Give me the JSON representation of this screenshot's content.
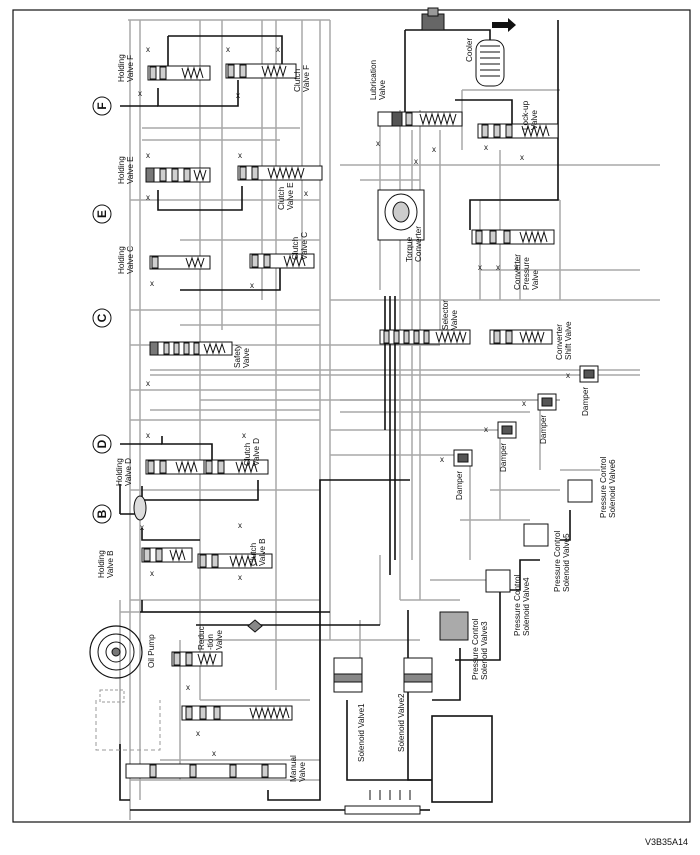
{
  "diagram": {
    "reference_code": "V3B35A14",
    "circuits": [
      "F",
      "E",
      "C",
      "D",
      "B"
    ],
    "labels": {
      "holding_valve_f": [
        "Holding",
        "Valve F"
      ],
      "clutch_valve_f": [
        "Clutch",
        "Valve F"
      ],
      "holding_valve_e": [
        "Holding",
        "Valve E"
      ],
      "clutch_valve_e": [
        "Clutch",
        "Valve E"
      ],
      "holding_valve_c": [
        "Holding",
        "Valve C"
      ],
      "clutch_valve_c": [
        "Clutch",
        "Valve C"
      ],
      "safety_valve": [
        "Safety",
        "Valve"
      ],
      "holding_valve_d": [
        "Holding",
        "Valve D"
      ],
      "clutch_valve_d": [
        "Clutch",
        "Valve D"
      ],
      "holding_valve_b": [
        "Holding",
        "Valve B"
      ],
      "clutch_valve_b": [
        "Clutch",
        "Valve B"
      ],
      "oil_pump": [
        "Oil Pump"
      ],
      "reduction_valve": [
        "Reduc",
        "-tion",
        "Valve"
      ],
      "manual_valve": [
        "Manual",
        "Valve"
      ],
      "lubrication_valve": [
        "Lubrication",
        "Valve"
      ],
      "cooler": [
        "Cooler"
      ],
      "lockup_valve": [
        "Lock-up",
        "Valve"
      ],
      "torque_converter": [
        "Torque",
        "Converter"
      ],
      "converter_pressure_valve": [
        "Converter",
        "Pressure",
        "Valve"
      ],
      "selector_valve": [
        "Selector",
        "Valve"
      ],
      "converter_shift_valve": [
        "Converter",
        "Shift Valve"
      ],
      "damper_1": [
        "Damper"
      ],
      "damper_2": [
        "Damper"
      ],
      "damper_3": [
        "Damper"
      ],
      "damper_4": [
        "Damper"
      ],
      "solenoid_valve_1": [
        "Solenoid Valve1"
      ],
      "solenoid_valve_2": [
        "Solenoid Valve2"
      ],
      "pcsv_3": [
        "Pressure Control",
        "Solenoid Valve3"
      ],
      "pcsv_4": [
        "Pressure Control",
        "Solenoid Valve4"
      ],
      "pcsv_5": [
        "Pressure Control",
        "Solenoid Valve5"
      ],
      "pcsv_6": [
        "Pressure Control",
        "Solenoid Valve6"
      ]
    },
    "colors": {
      "line_dark": "#111111",
      "line_gray": "#a8a8a8",
      "valve_fill": "#cccccc",
      "solenoid_fill": "#bdbdbd"
    }
  }
}
